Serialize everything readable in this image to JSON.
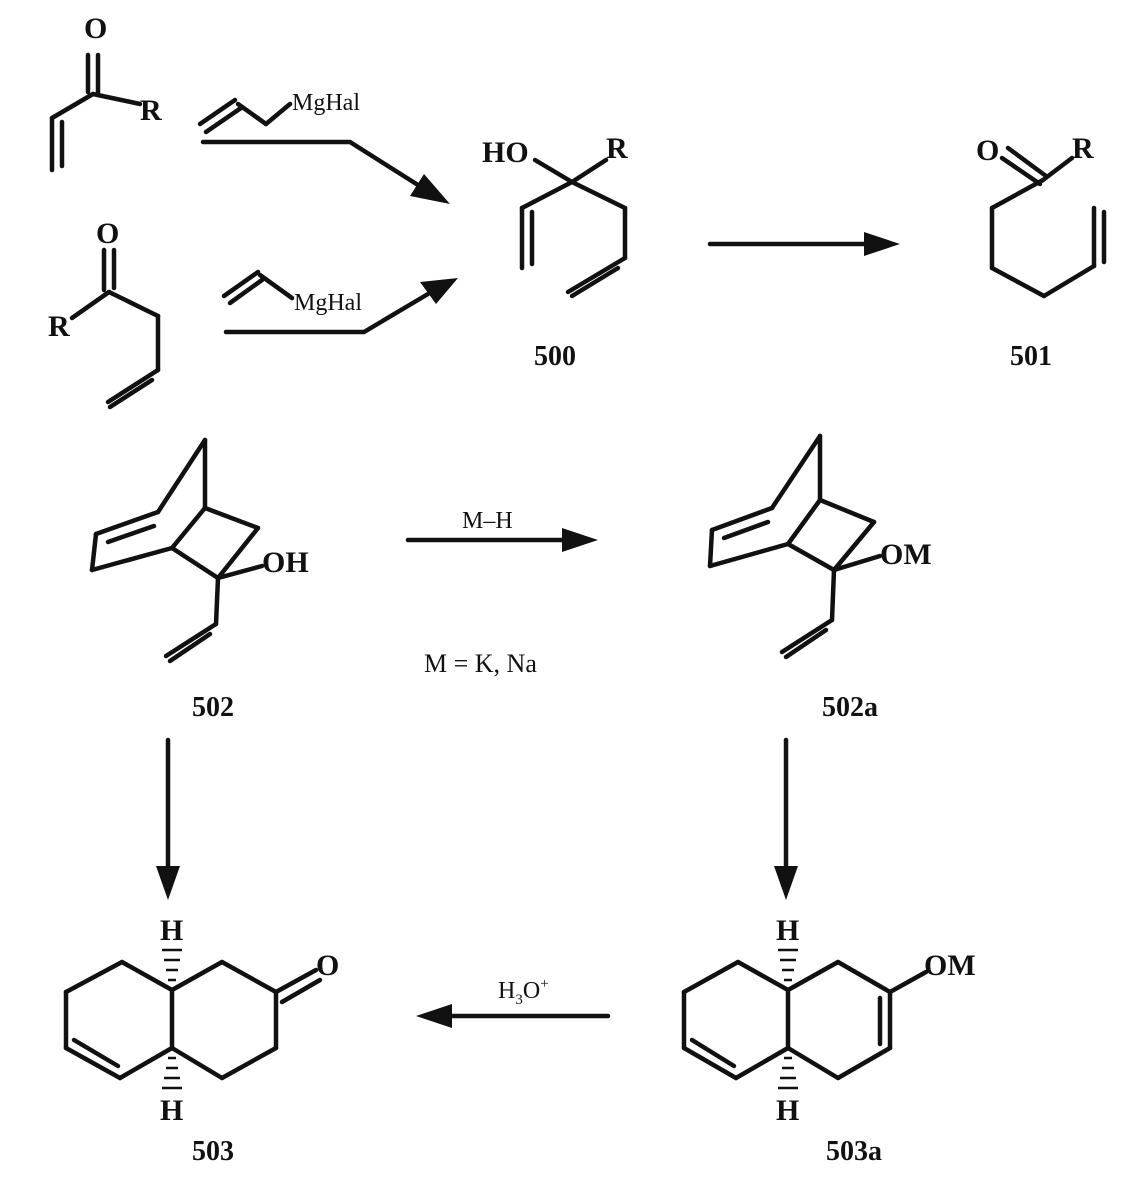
{
  "reagents": {
    "allyl_grignard": "MgHal",
    "vinyl_grignard": "MgHal",
    "base": "M–H",
    "condition": "M = K, Na",
    "acid_main": "H",
    "acid_sub": "3",
    "acid_tail": "O",
    "acid_sup": "+"
  },
  "atoms": {
    "enone_O": "O",
    "enone_R": "R",
    "ketone_O": "O",
    "ketone_R": "R",
    "c500_HO": "HO",
    "c500_R": "R",
    "c501_O": "O",
    "c501_R": "R",
    "c502_OH": "OH",
    "c502a_OM": "OM",
    "c503_O": "O",
    "c503_H_top": "H",
    "c503_H_bottom": "H",
    "c503a_OM": "OM",
    "c503a_H_top": "H",
    "c503a_H_bottom": "H"
  },
  "compounds": {
    "c500": "500",
    "c501": "501",
    "c502": "502",
    "c502a": "502a",
    "c503": "503",
    "c503a": "503a"
  }
}
